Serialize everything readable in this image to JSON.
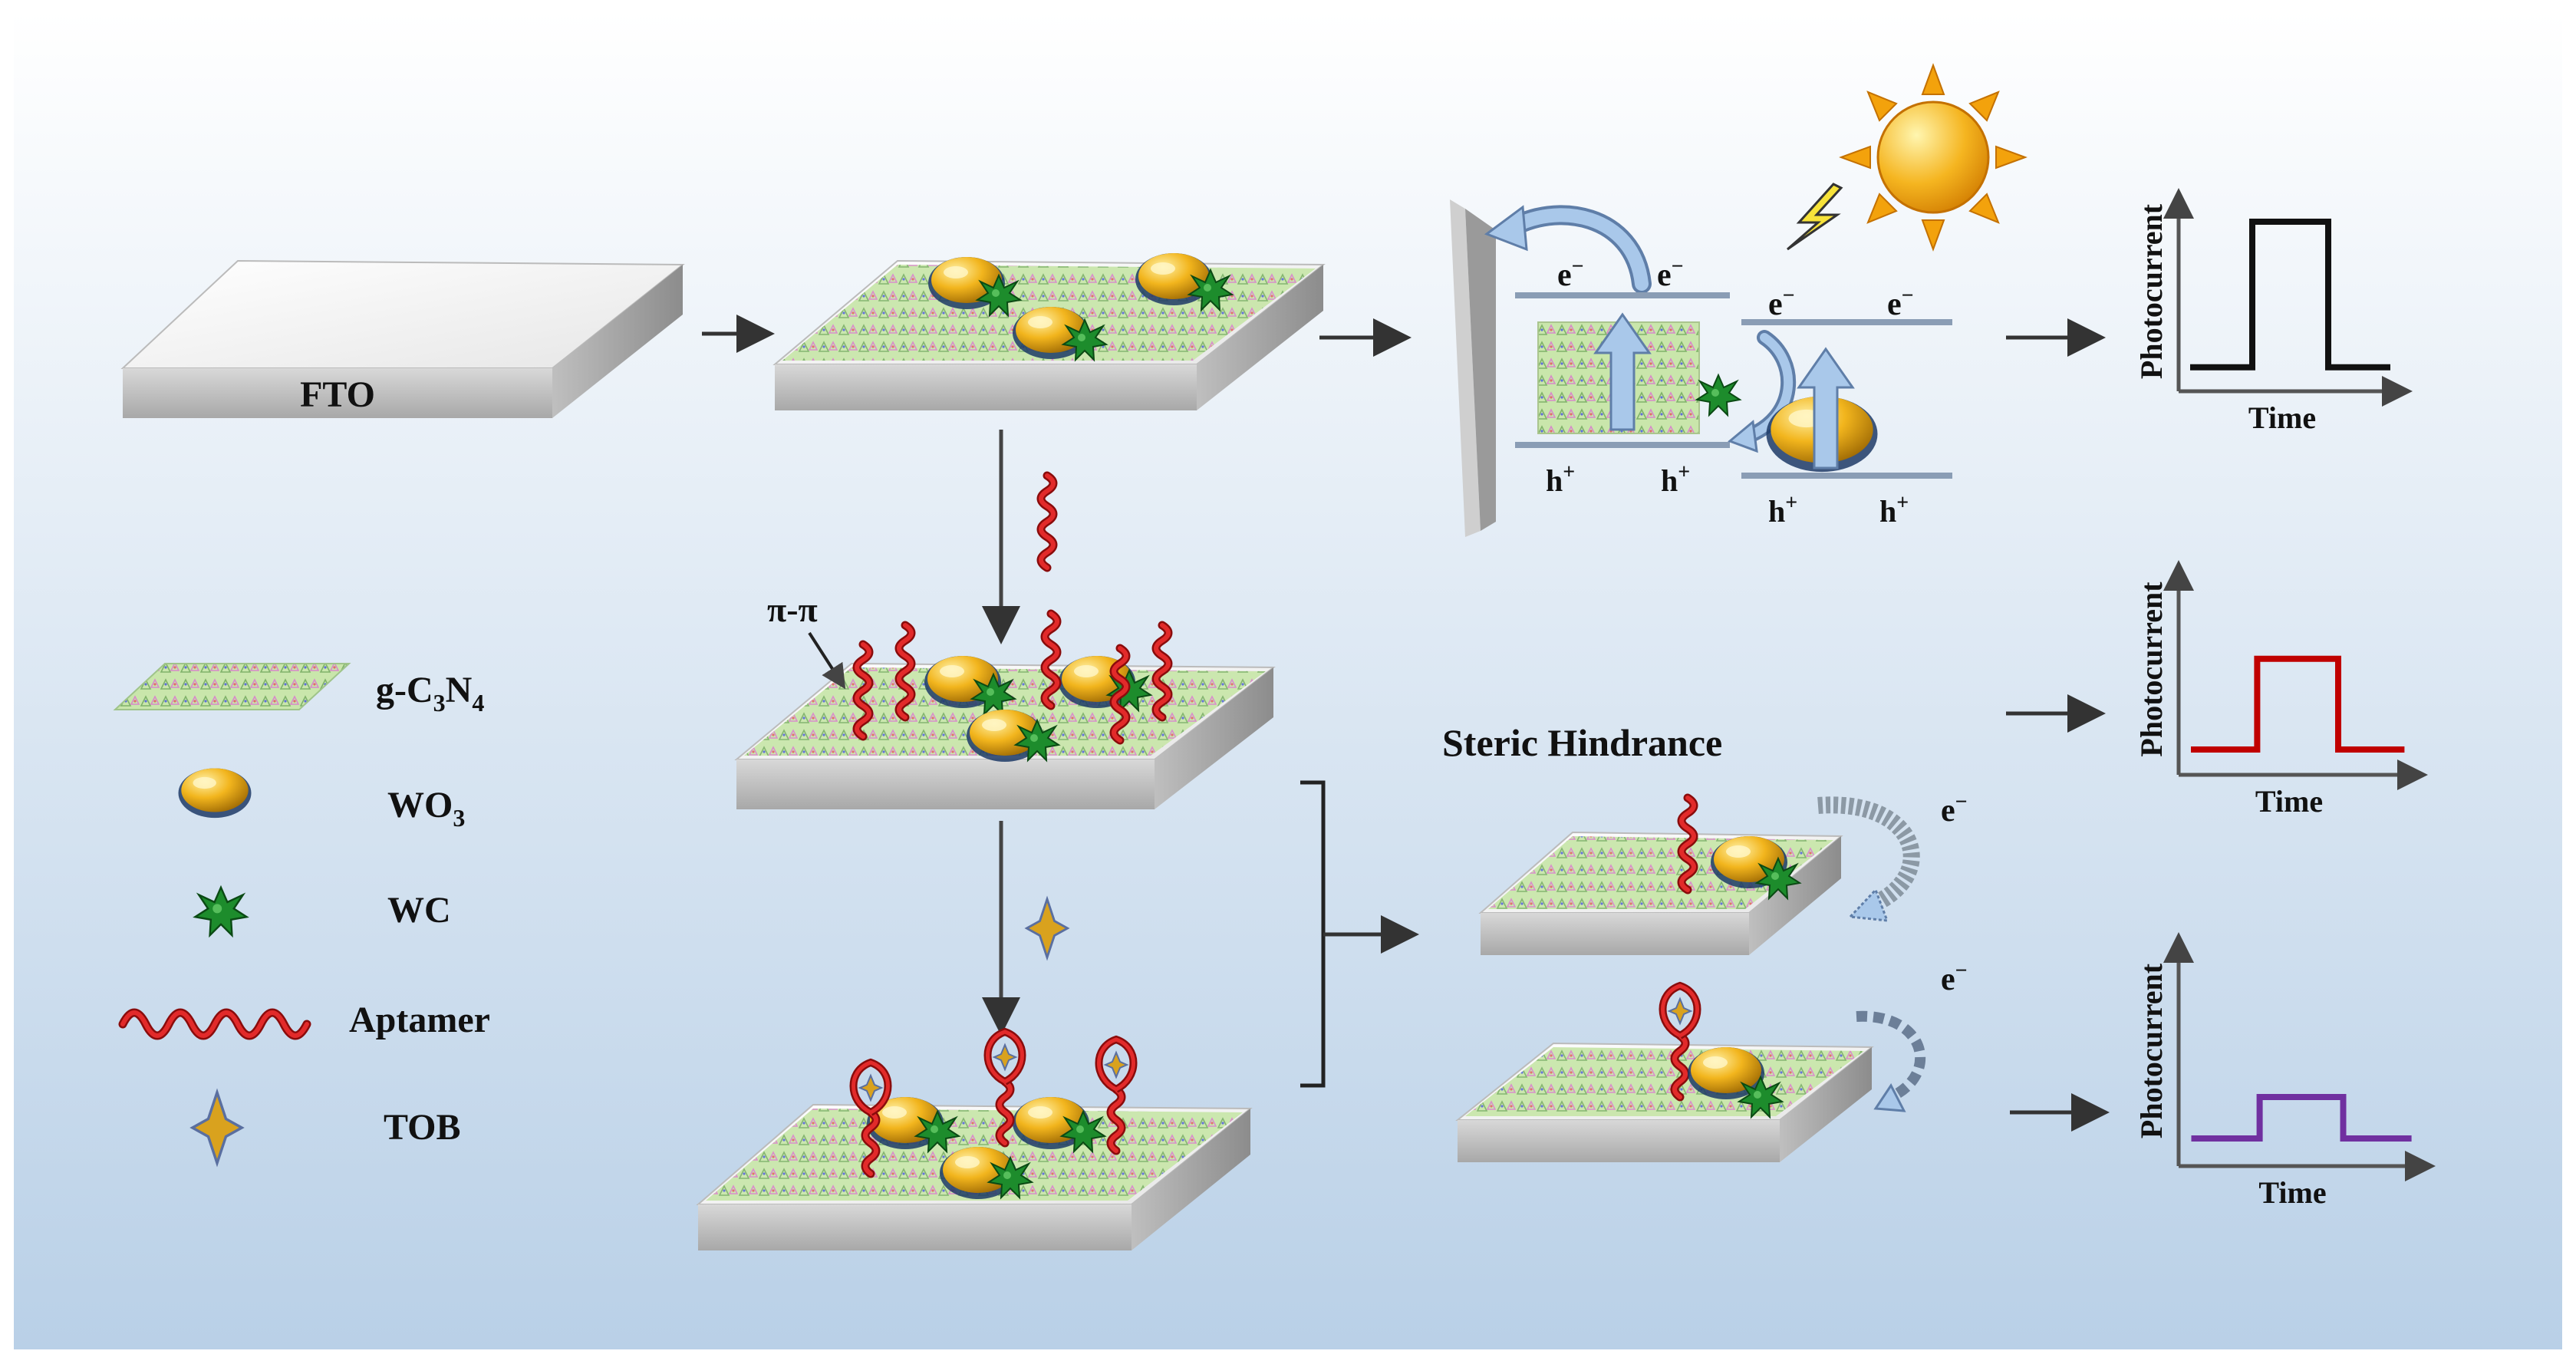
{
  "labels": {
    "fto": "FTO",
    "pi_pi": "π-π",
    "steric_hindrance": "Steric Hindrance",
    "electron": "e",
    "electron_sup": "−",
    "hole": "h",
    "hole_sup": "+"
  },
  "plots": [
    {
      "ylabel": "Photocurrent",
      "xlabel": "Time",
      "color": "#111111",
      "pulse_level": 0.85
    },
    {
      "ylabel": "Photocurrent",
      "xlabel": "Time",
      "color": "#c00000",
      "pulse_level": 0.55
    },
    {
      "ylabel": "Photocurrent",
      "xlabel": "Time",
      "color": "#7030a0",
      "pulse_level": 0.3
    }
  ],
  "legend": [
    {
      "icon": "g-c3n4-sheet-icon",
      "label": "g-C",
      "sub1": "3",
      "mid": "N",
      "sub2": "4"
    },
    {
      "icon": "wo3-particle-icon",
      "label": "WO",
      "sub1": "3"
    },
    {
      "icon": "wc-particle-icon",
      "label": "WC"
    },
    {
      "icon": "aptamer-icon",
      "label": "Aptamer"
    },
    {
      "icon": "tob-star-icon",
      "label": "TOB"
    }
  ],
  "colors": {
    "background_top": "#ffffff",
    "background_bottom": "#b7cfe6",
    "sheet": "#c6e3a6",
    "wo3": "#f0b21c",
    "wc": "#1e8a2c",
    "aptamer": "#d21a1a",
    "tob": "#d9a21e",
    "band": "#8a9db5",
    "arrow_fill": "#a9c8ea"
  }
}
